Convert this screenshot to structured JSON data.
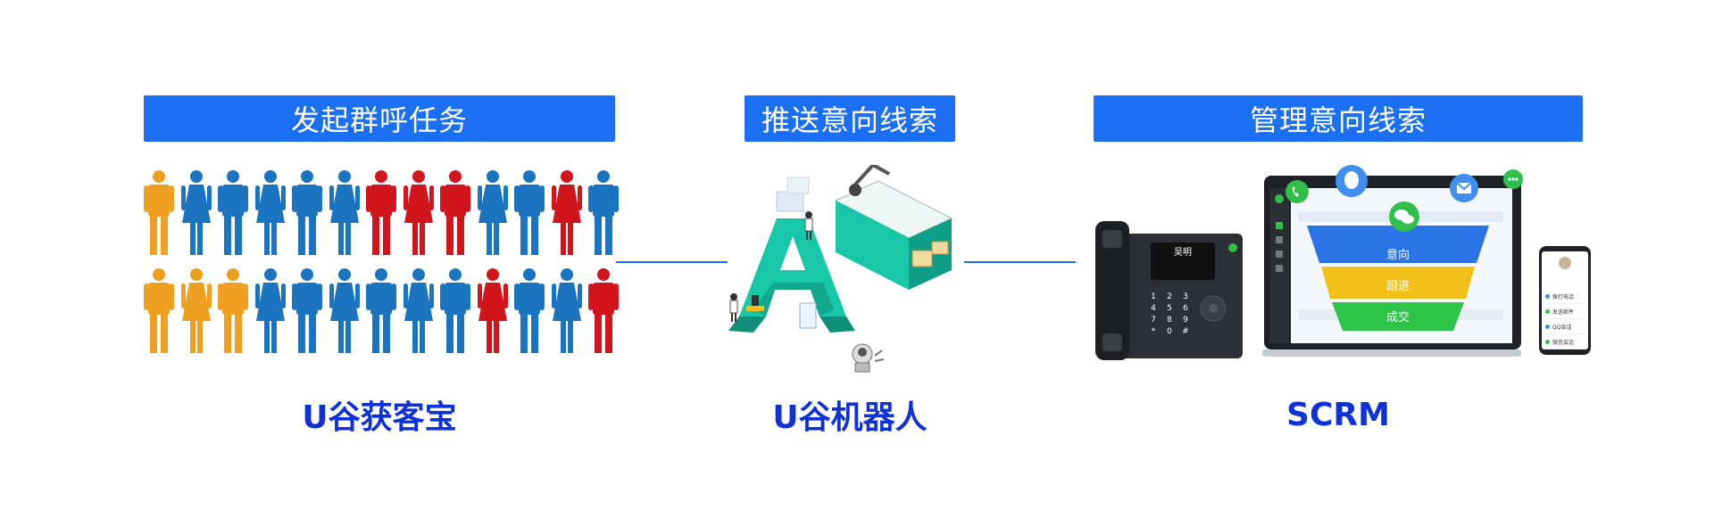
{
  "stages": [
    {
      "title": "发起群呼任务",
      "product": "U谷获客宝"
    },
    {
      "title": "推送意向线索",
      "product": "U谷机器人"
    },
    {
      "title": "管理意向线索",
      "product": "SCRM"
    }
  ],
  "people": {
    "rows": [
      [
        "orange-m",
        "blue-f",
        "blue-m",
        "blue-f",
        "blue-m",
        "blue-f",
        "red-m",
        "red-f",
        "red-m",
        "blue-f",
        "blue-m",
        "red-f",
        "blue-m"
      ],
      [
        "orange-m",
        "orange-f",
        "orange-m",
        "blue-f",
        "blue-m",
        "blue-f",
        "blue-m",
        "blue-f",
        "blue-m",
        "red-f",
        "blue-m",
        "blue-f",
        "red-m"
      ]
    ]
  },
  "phone": {
    "screen_name": "吴明",
    "keys": [
      "1",
      "2",
      "3",
      "4",
      "5",
      "6",
      "7",
      "8",
      "9",
      "*",
      "0",
      "#"
    ]
  },
  "funnel": {
    "levels": [
      "意向",
      "跟进",
      "成交"
    ]
  },
  "mobile": {
    "items": [
      "拨打电话",
      "发送邮件",
      "QQ会话",
      "微信会话"
    ]
  },
  "colors": {
    "banner": "#1a6ff5",
    "product_text": "#0f32d8",
    "person_orange": "#f0a020",
    "person_blue": "#1a74c0",
    "person_red": "#d0161c",
    "ai_teal": "#17c7a8",
    "funnel_blue": "#2a74e8",
    "funnel_yellow": "#f2c018",
    "funnel_green": "#2ec44a"
  }
}
